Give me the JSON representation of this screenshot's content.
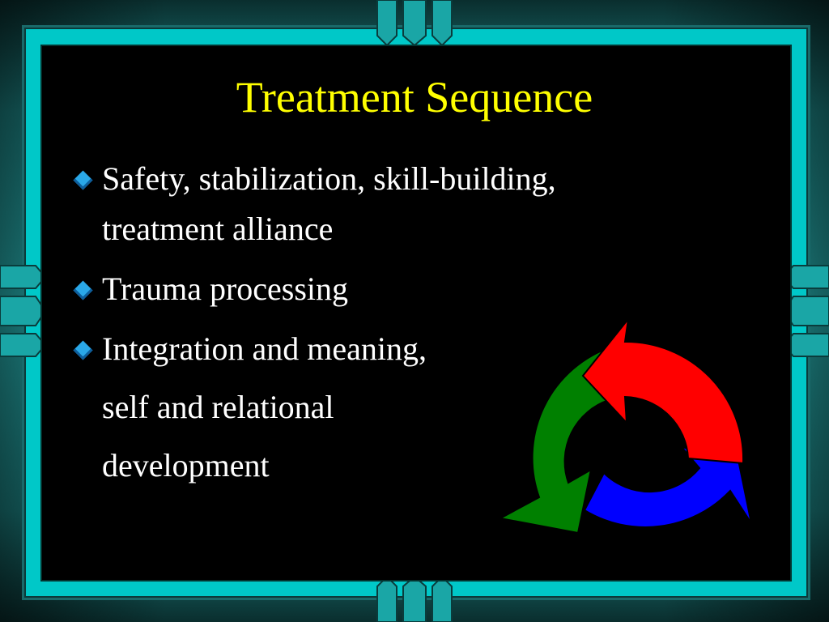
{
  "slide": {
    "title": "Treatment Sequence",
    "bullets": [
      {
        "lines": [
          "Safety, stabilization, skill-building,",
          "treatment alliance"
        ]
      },
      {
        "lines": [
          "Trauma processing"
        ]
      },
      {
        "lines": [
          "Integration and meaning,"
        ]
      }
    ],
    "continuation_lines": [
      "self and relational",
      "development"
    ],
    "colors": {
      "title": "#ffff00",
      "text": "#ffffff",
      "bullet": "#2aa8e8",
      "frame": "#00c8c8",
      "arrow_red": "#ff0000",
      "arrow_green": "#008000",
      "arrow_blue": "#0000ff"
    },
    "graphic": "cycle-arrows-icon"
  }
}
